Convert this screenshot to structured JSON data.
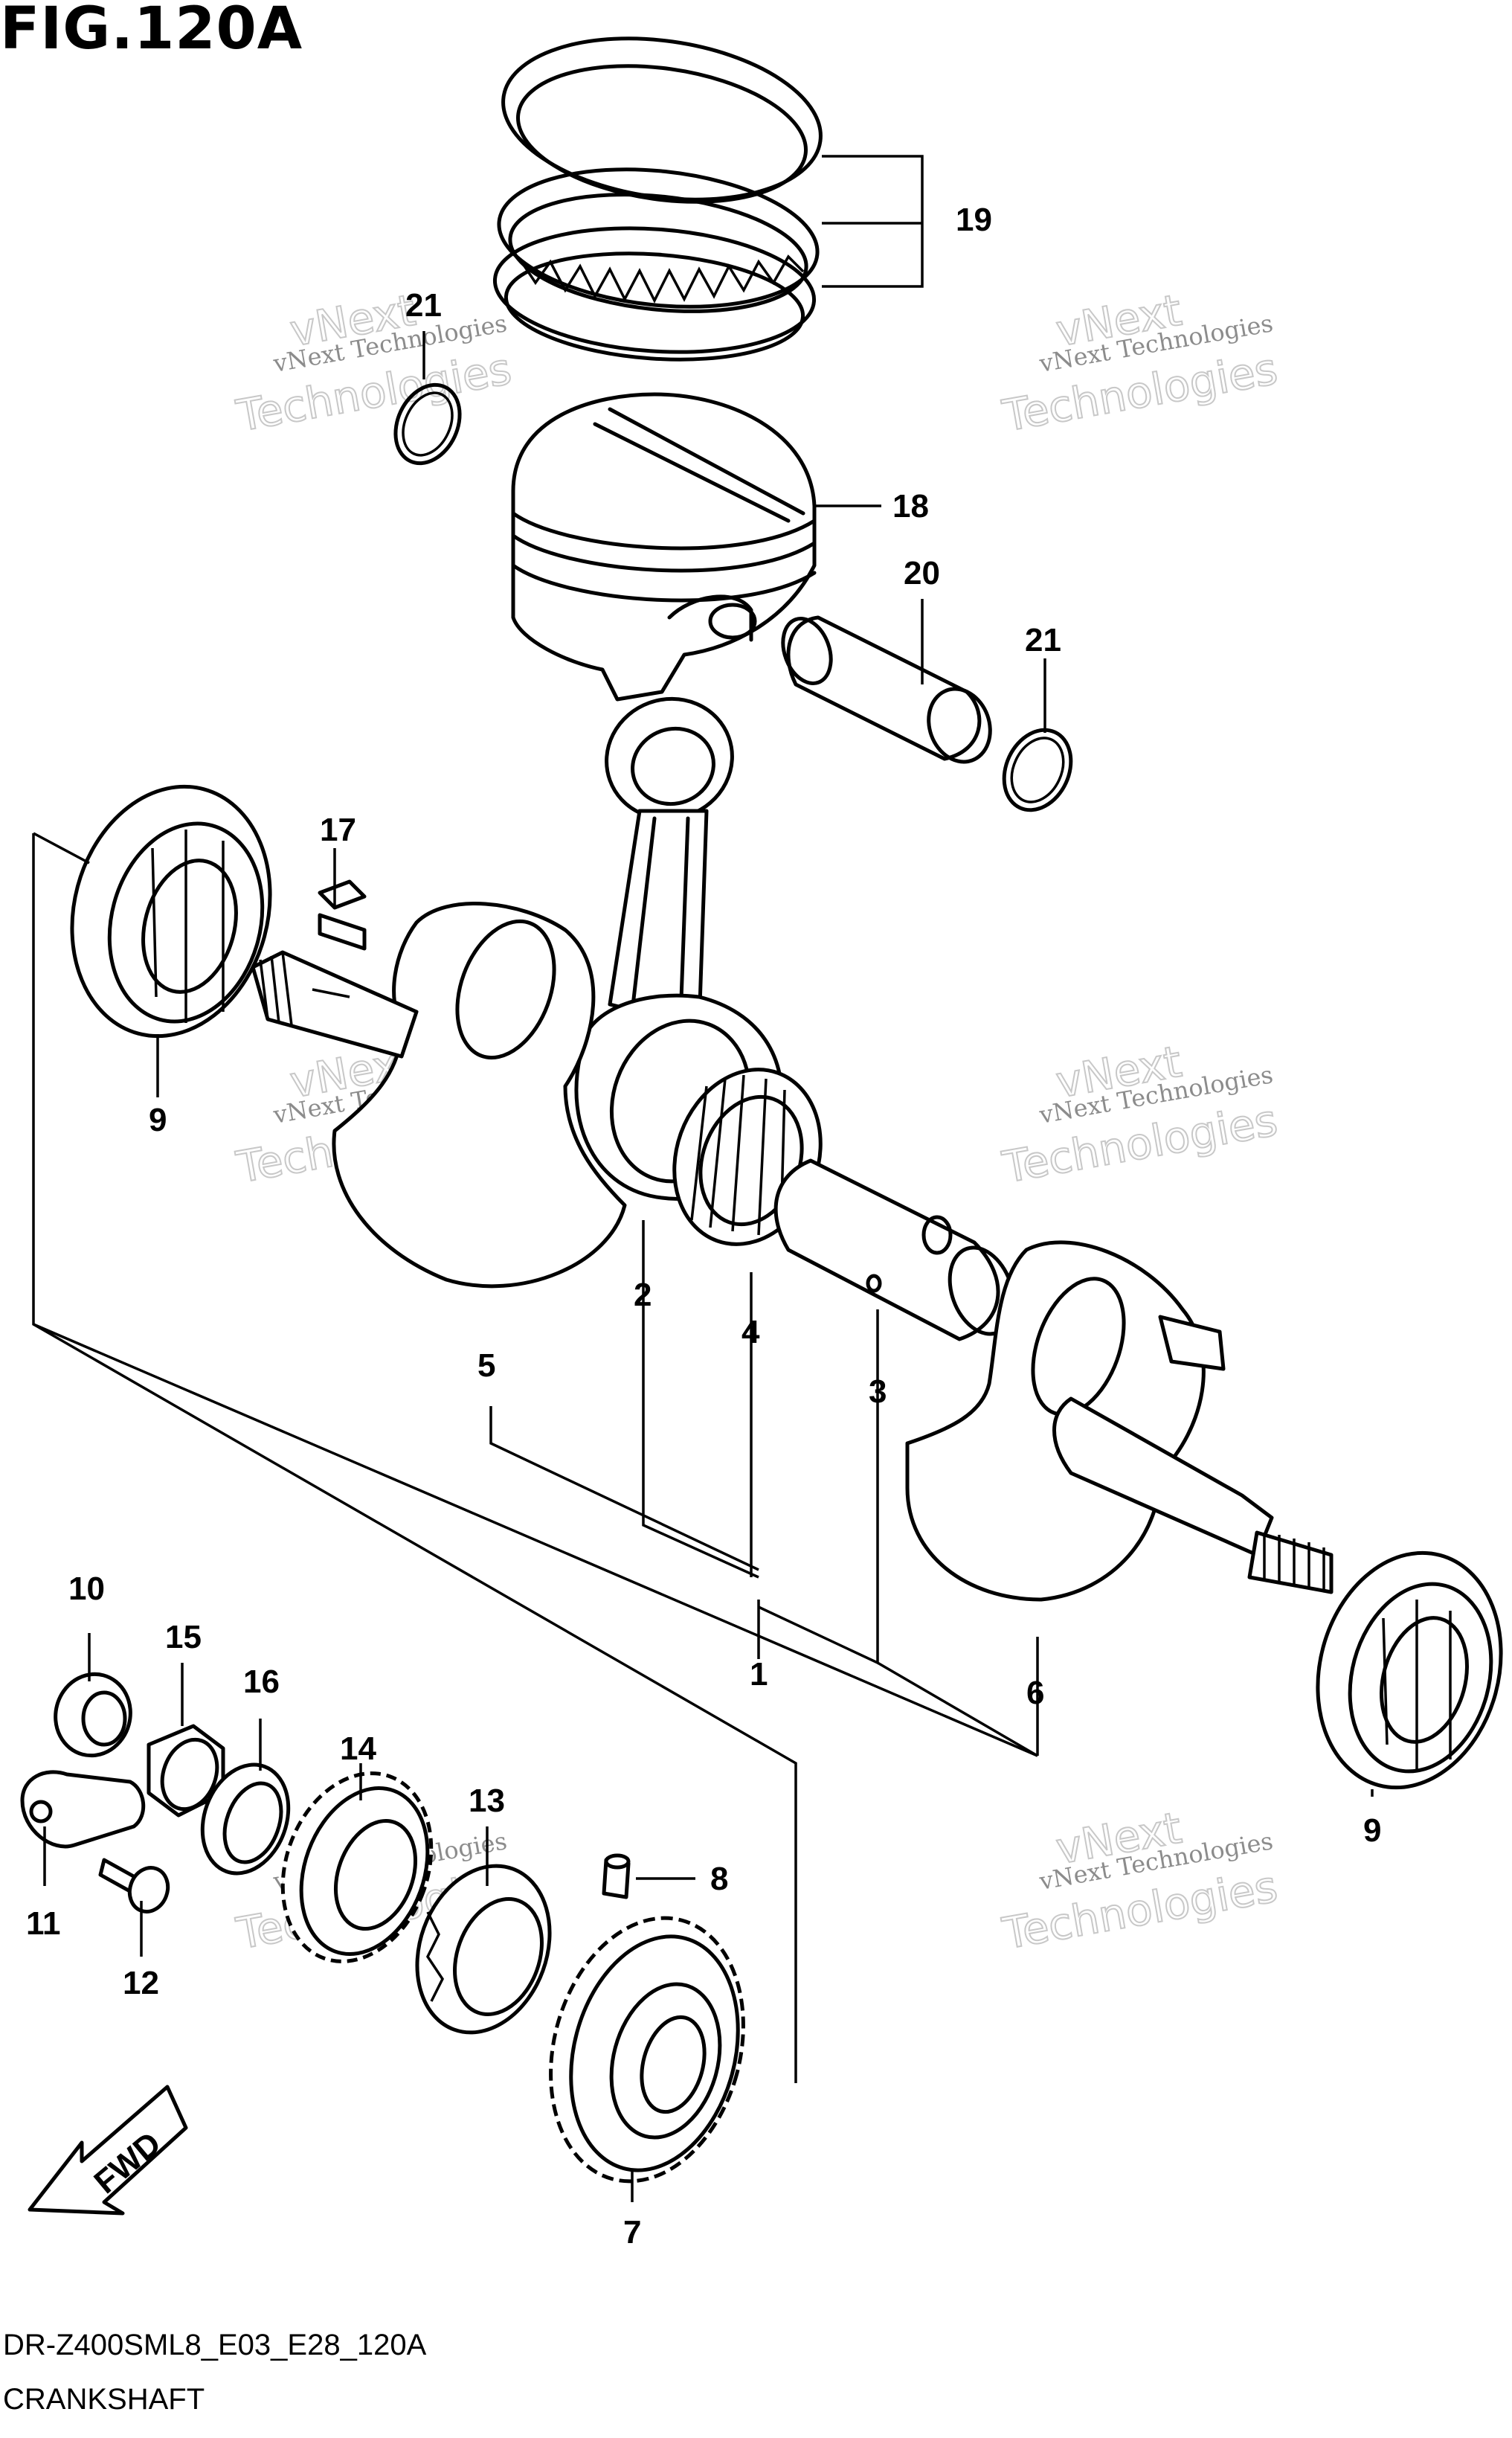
{
  "figure": {
    "title": "FIG.120A",
    "model_code": "DR-Z400SML8_E03_E28_120A",
    "caption": "CRANKSHAFT",
    "fwd_label": "FWD"
  },
  "watermark": {
    "line1": "vNext Technologies",
    "line2": "Technologies",
    "line3": "vNext"
  },
  "callouts": [
    "19",
    "21",
    "18",
    "20",
    "21",
    "17",
    "9",
    "5",
    "2",
    "4",
    "3",
    "1",
    "6",
    "9",
    "10",
    "15",
    "16",
    "14",
    "13",
    "8",
    "11",
    "12",
    "7"
  ]
}
